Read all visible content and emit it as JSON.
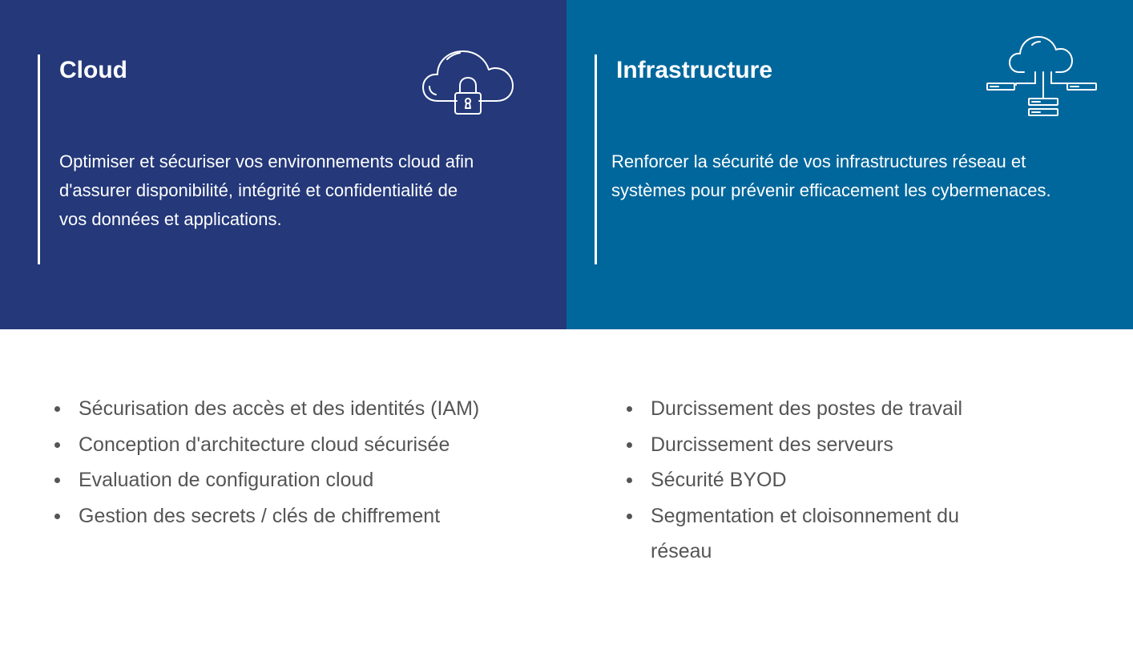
{
  "cloud": {
    "title": "Cloud",
    "description": "Optimiser et sécuriser vos environnements cloud afin d'assurer disponibilité, intégrité et confidentialité de vos données et applications.",
    "icon": "cloud-lock-icon",
    "color": "#24387a",
    "features": [
      "Sécurisation des accès et des identités (IAM)",
      "Conception d'architecture cloud sécurisée",
      "Evaluation de configuration cloud",
      "Gestion des secrets / clés de chiffrement"
    ]
  },
  "infrastructure": {
    "title": "Infrastructure",
    "description": "Renforcer la sécurité de vos infrastructures réseau et systèmes pour prévenir efficacement les cybermenaces.",
    "icon": "cloud-network-icon",
    "color": "#00679c",
    "features": [
      "Durcissement des postes de travail",
      "Durcissement des serveurs",
      "Sécurité BYOD",
      "Segmentation et cloisonnement du réseau"
    ]
  }
}
